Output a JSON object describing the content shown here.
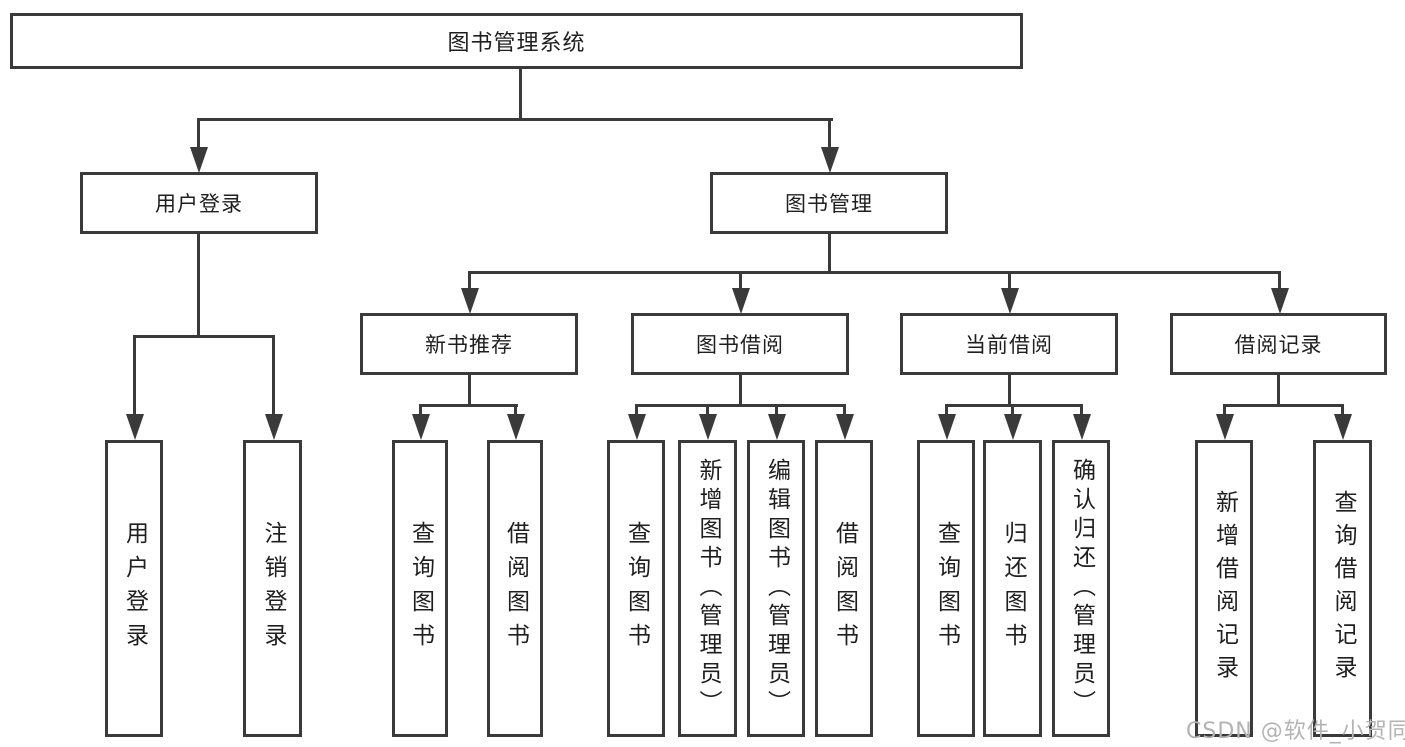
{
  "diagram": {
    "root": {
      "label": "图书管理系统"
    },
    "branches": [
      {
        "label": "用户登录",
        "children": [
          {
            "label": "用户登录"
          },
          {
            "label": "注销登录"
          }
        ]
      },
      {
        "label": "图书管理",
        "children": [
          {
            "label": "新书推荐",
            "children": [
              {
                "label": "查询图书"
              },
              {
                "label": "借阅图书"
              }
            ]
          },
          {
            "label": "图书借阅",
            "children": [
              {
                "label": "查询图书"
              },
              {
                "label": "新增图书（管理员）"
              },
              {
                "label": "编辑图书（管理员）"
              },
              {
                "label": "借阅图书"
              }
            ]
          },
          {
            "label": "当前借阅",
            "children": [
              {
                "label": "查询图书"
              },
              {
                "label": "归还图书"
              },
              {
                "label": "确认归还（管理员）"
              }
            ]
          },
          {
            "label": "借阅记录",
            "children": [
              {
                "label": "新增借阅记录"
              },
              {
                "label": "查询借阅记录"
              }
            ]
          }
        ]
      }
    ]
  },
  "watermark": {
    "text": "CSDN @软件_小贺同学"
  },
  "colors": {
    "line": "#3a3a3a",
    "text": "#1f1f1f",
    "box_background": "#ffffff",
    "watermark": "#b3b3b3"
  }
}
